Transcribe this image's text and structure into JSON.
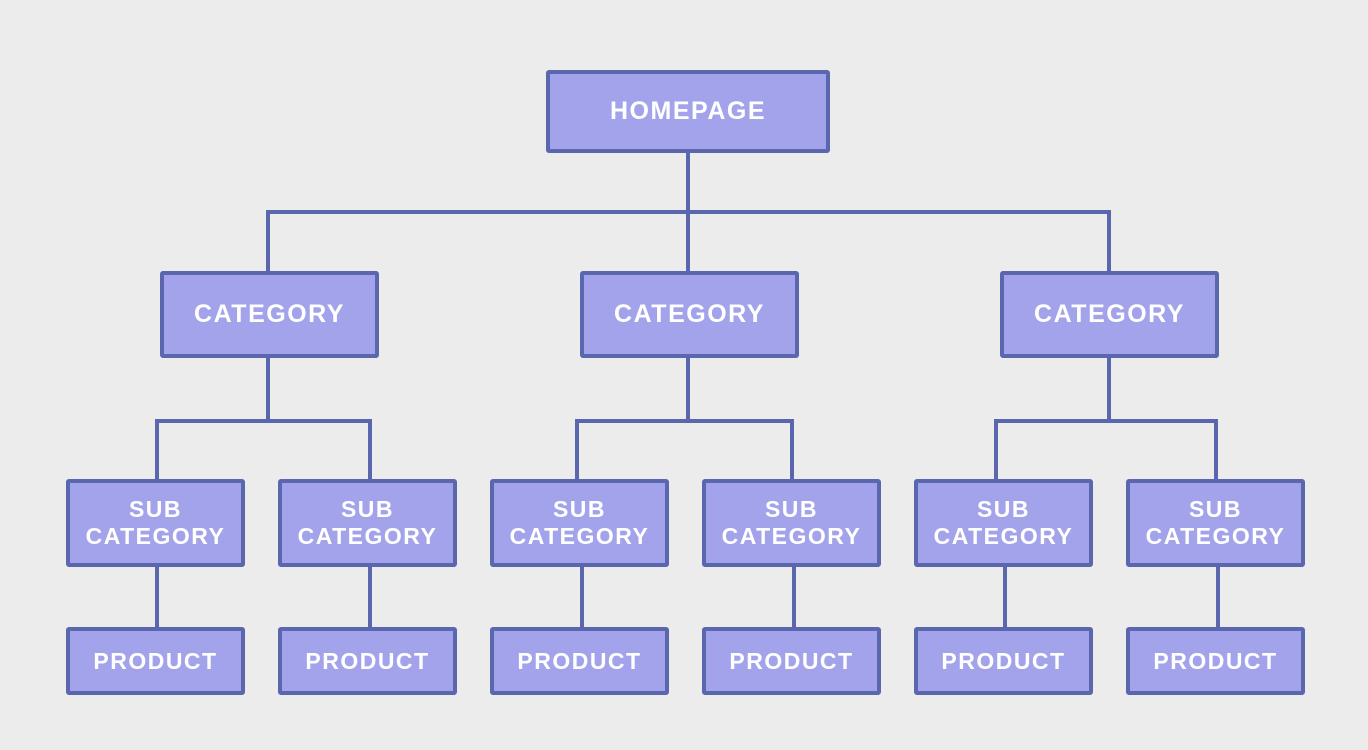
{
  "colors": {
    "background": "#ececec",
    "node_fill": "#a3a3eb",
    "node_border": "#5a66ad",
    "connector": "#5a66ad",
    "text": "#ffffff"
  },
  "tree": {
    "root": {
      "label": "HOMEPAGE"
    },
    "categories": [
      {
        "label": "CATEGORY",
        "subcategories": [
          {
            "label_line1": "SUB",
            "label_line2": "CATEGORY",
            "product": "PRODUCT"
          },
          {
            "label_line1": "SUB",
            "label_line2": "CATEGORY",
            "product": "PRODUCT"
          }
        ]
      },
      {
        "label": "CATEGORY",
        "subcategories": [
          {
            "label_line1": "SUB",
            "label_line2": "CATEGORY",
            "product": "PRODUCT"
          },
          {
            "label_line1": "SUB",
            "label_line2": "CATEGORY",
            "product": "PRODUCT"
          }
        ]
      },
      {
        "label": "CATEGORY",
        "subcategories": [
          {
            "label_line1": "SUB",
            "label_line2": "CATEGORY",
            "product": "PRODUCT"
          },
          {
            "label_line1": "SUB",
            "label_line2": "CATEGORY",
            "product": "PRODUCT"
          }
        ]
      }
    ]
  }
}
